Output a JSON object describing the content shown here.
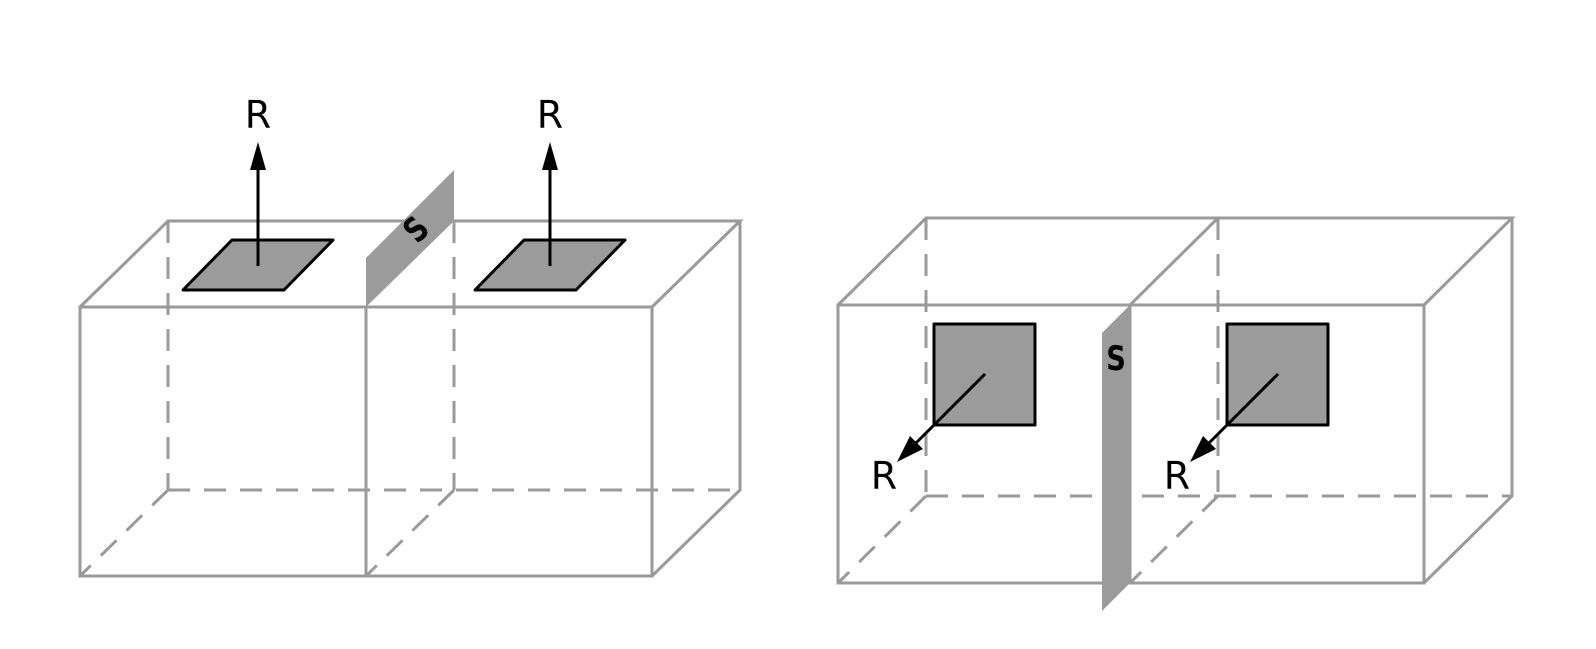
{
  "left_figure": {
    "vector_label_1": "R",
    "vector_label_2": "R",
    "separator_label": "S"
  },
  "right_figure": {
    "vector_label_1": "R",
    "vector_label_2": "R",
    "separator_label": "S"
  },
  "colors": {
    "box_edge": "#9a9a9a",
    "fill": "#9b9b9b",
    "ink": "#000000"
  }
}
